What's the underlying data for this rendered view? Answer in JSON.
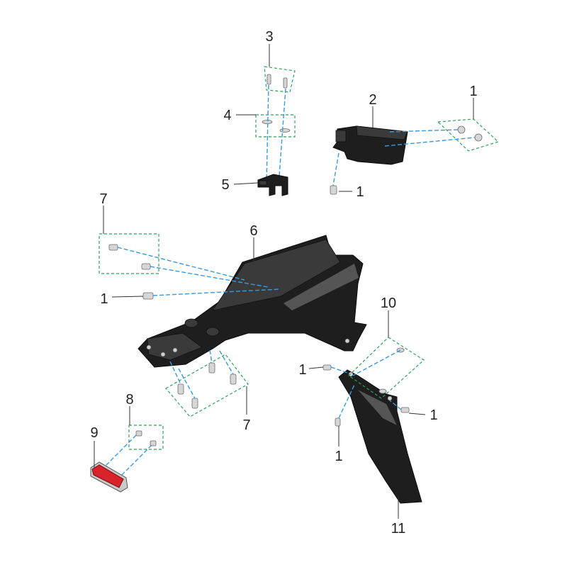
{
  "colors": {
    "leader_line": "#333333",
    "assembly_dash": "#3a9ad9",
    "group_box": "#2fa05a",
    "part_body": "#1e1e1e",
    "reflector": "#d9232a"
  },
  "callouts": [
    {
      "id": "c3",
      "text": "3"
    },
    {
      "id": "c2",
      "text": "2"
    },
    {
      "id": "c1a",
      "text": "1"
    },
    {
      "id": "c4",
      "text": "4"
    },
    {
      "id": "c5",
      "text": "5"
    },
    {
      "id": "c1b",
      "text": "1"
    },
    {
      "id": "c7a",
      "text": "7"
    },
    {
      "id": "c6",
      "text": "6"
    },
    {
      "id": "c1c",
      "text": "1"
    },
    {
      "id": "c10",
      "text": "10"
    },
    {
      "id": "c1d",
      "text": "1"
    },
    {
      "id": "c1e",
      "text": "1"
    },
    {
      "id": "c1f",
      "text": "1"
    },
    {
      "id": "c7b",
      "text": "7"
    },
    {
      "id": "c8",
      "text": "8"
    },
    {
      "id": "c9",
      "text": "9"
    },
    {
      "id": "c11",
      "text": "11"
    }
  ]
}
